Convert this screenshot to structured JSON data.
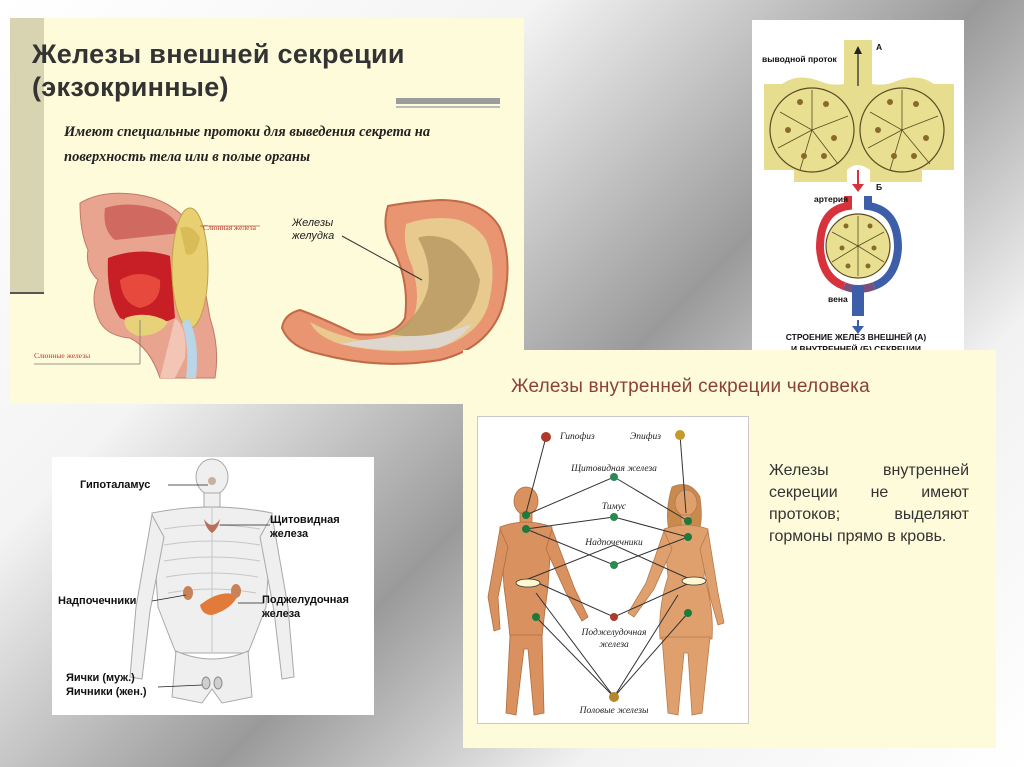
{
  "exocrine": {
    "title": "Железы внешней секреции\n(экзокринные)",
    "subtitle": "Имеют специальные протоки для выведения секрета на поверхность тела или в полые органы",
    "label_salivary_top": "Слюнная железа",
    "label_salivary_bottom": "Слюнные железы",
    "label_stomach_1": "Железы",
    "label_stomach_2": "желудка"
  },
  "scheme": {
    "label_duct": "выводной проток",
    "label_a": "А",
    "label_b": "Б",
    "label_artery": "артерия",
    "label_vein": "вена",
    "caption_1": "СТРОЕНИЕ ЖЕЛЕЗ ВНЕШНЕЙ (А)",
    "caption_2": "И ВНУТРЕННЕЙ (Б) СЕКРЕЦИИ"
  },
  "endocrine": {
    "title": "Железы внутренней секреции человека",
    "text": "Железы внутренней секреции не имеют протоков; выделяют гормоны прямо в кровь.",
    "labels": {
      "pituitary": "Гипофиз",
      "epiphysis": "Эпифиз",
      "thyroid": "Щитовидная железа",
      "thymus": "Тимус",
      "adrenals": "Надпочечники",
      "pancreas_1": "Поджелудочная",
      "pancreas_2": "железа",
      "gonads": "Половые железы"
    }
  },
  "body_figure": {
    "hypothalamus": "Гипоталамус",
    "thyroid_1": "Щитовидная",
    "thyroid_2": "железа",
    "adrenals": "Надпочечники",
    "pancreas_1": "Поджелудочная",
    "pancreas_2": "железа",
    "gonads_1": "Яички (муж.)",
    "gonads_2": "Яичники (жен.)"
  },
  "colors": {
    "panel_bg": "#fdfbd9",
    "endo_title": "#8a4236",
    "artery": "#d8323c",
    "vein": "#3d5ea8",
    "gland_tissue": "#e6dd8e"
  }
}
